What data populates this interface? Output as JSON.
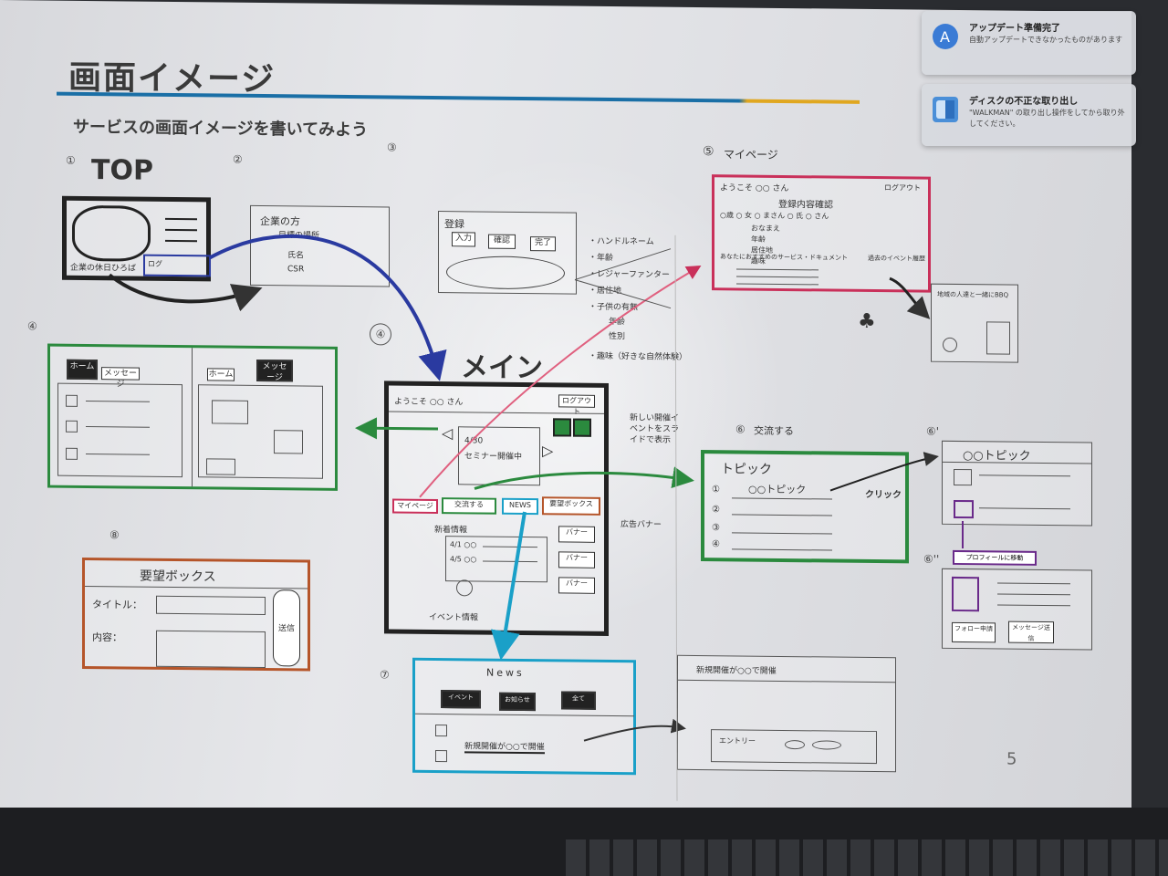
{
  "slide": {
    "title": "画面イメージ",
    "subtitle": "サービスの画面イメージを書いてみよう",
    "page_number": "5"
  },
  "sketches": {
    "top": {
      "number": "①",
      "label": "TOP",
      "footer": "企業の休日ひろば",
      "tag": "ログ"
    },
    "screen2": {
      "number": "②",
      "title": "企業の方",
      "line1": "目標の場所",
      "items": [
        "氏名",
        "CSR"
      ]
    },
    "screen3": {
      "number": "③",
      "title": "登録",
      "tabs": [
        "入力",
        "確認",
        "完了"
      ],
      "notes": [
        "・ハンドルネーム",
        "・年齢",
        "・レジャーファンター",
        "・居住地",
        "・子供の有無",
        "年齢",
        "性別",
        "・趣味（好きな自然体験）"
      ]
    },
    "screen4": {
      "number": "④",
      "tab_left": "ホーム",
      "tab_left2": "メッセージ",
      "tab_right": "ホーム",
      "tab_right2": "メッセージ"
    },
    "main": {
      "number": "④",
      "label": "メイン",
      "welcome": "ようこそ ○○ さん",
      "logout": "ログアウト",
      "event_date": "4/30",
      "event_text": "セミナー開催中",
      "note": "新しい開催イベントをスライドで表示",
      "nav": [
        "マイページ",
        "交流する",
        "NEWS",
        "要望ボックス"
      ],
      "info_title": "新着情報",
      "info_rows": [
        "4/1 ○○",
        "4/5 ○○"
      ],
      "ads": [
        "バナー",
        "バナー",
        "バナー"
      ],
      "ad_label": "広告バナー",
      "event_label": "イベント情報"
    },
    "mypage": {
      "number": "⑤",
      "label": "マイページ",
      "welcome": "ようこそ ○○ さん",
      "logout": "ログアウト",
      "heading": "登録内容確認",
      "row1": "○歳 ○ 女 ○ まさん ○ 氏 ○ さん",
      "fields": [
        "おなまえ",
        "年齢",
        "居住地",
        "趣味"
      ],
      "footer": "あなたにおすすめのサービス・ドキュメント",
      "footer2": "過去のイベント履歴"
    },
    "photo": {
      "caption": "地域の人達と一緒にBBQ"
    },
    "exchange": {
      "number": "⑥",
      "label": "交流する",
      "title": "トピック",
      "first": "○○トピック",
      "click": "クリック"
    },
    "topic": {
      "number": "⑥'",
      "title": "○○トピック",
      "action": "プロフィールに移動"
    },
    "profile": {
      "number": "⑥''",
      "buttons": [
        "フォロー申請",
        "メッセージ送信"
      ]
    },
    "request": {
      "number": "⑧",
      "title": "要望ボックス",
      "title_label": "タイトル：",
      "content_label": "内容：",
      "send": "送信"
    },
    "news": {
      "number": "⑦",
      "title": "News",
      "tabs": [
        "イベント",
        "お知らせ",
        "全て"
      ],
      "item": "新規開催が○○で開催"
    },
    "detail": {
      "title": "新規開催が○○で開催",
      "sub": "エントリー"
    }
  },
  "notifications": [
    {
      "title": "アップデート準備完了",
      "body": "自動アップデートできなかったものがあります",
      "icon": "app-store-icon",
      "color": "#3a7bd5"
    },
    {
      "title": "ディスクの不正な取り出し",
      "body": "\"WALKMAN\" の取り出し操作をしてから取り外してください。",
      "icon": "finder-icon",
      "color": "#4a8fd8"
    }
  ],
  "colors": {
    "blue_arrow": "#2a3aa0",
    "pink": "#c9305a",
    "green": "#2b8a3e",
    "cyan": "#1aa0c8",
    "orange": "#b5552a",
    "purple": "#6a2a8a"
  }
}
